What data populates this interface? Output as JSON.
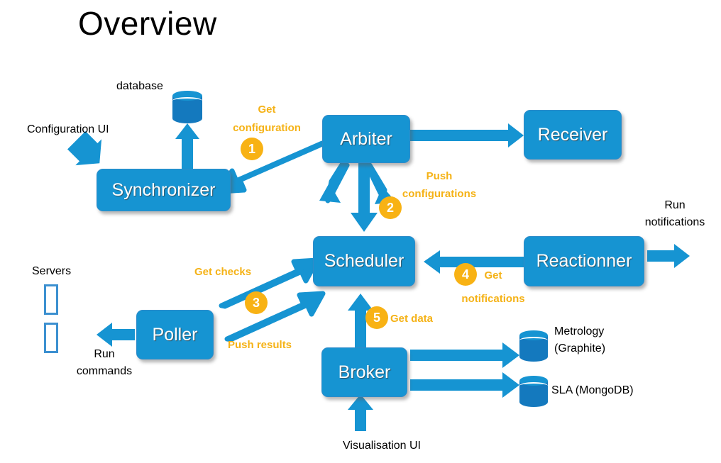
{
  "page": {
    "title": "Overview",
    "colors": {
      "node_blue": "#1694D2",
      "arrow_blue": "#1694D2",
      "badge_orange": "#F8B214",
      "label_orange": "#F5B216",
      "text_black": "#000000",
      "background": "#FFFFFF"
    }
  },
  "nodes": [
    {
      "id": "synchronizer",
      "label": "Synchronizer"
    },
    {
      "id": "arbiter",
      "label": "Arbiter"
    },
    {
      "id": "receiver",
      "label": "Receiver"
    },
    {
      "id": "scheduler",
      "label": "Scheduler"
    },
    {
      "id": "reactionner",
      "label": "Reactionner"
    },
    {
      "id": "poller",
      "label": "Poller"
    },
    {
      "id": "broker",
      "label": "Broker"
    }
  ],
  "datastores": [
    {
      "id": "database",
      "label": "database"
    },
    {
      "id": "metrology",
      "label_line1": "Metrology",
      "label_line2": "(Graphite)"
    },
    {
      "id": "sla",
      "label": "SLA (MongoDB)"
    }
  ],
  "external_labels": [
    {
      "id": "configuration-ui",
      "text": "Configuration  UI"
    },
    {
      "id": "servers",
      "text": "Servers"
    },
    {
      "id": "run-commands",
      "line1": "Run",
      "line2": "commands"
    },
    {
      "id": "run-notifications",
      "line1": "Run",
      "line2": "notifications"
    },
    {
      "id": "visualisation-ui",
      "text": "Visualisation UI"
    }
  ],
  "flows": [
    {
      "step": "1",
      "label_line1": "Get",
      "label_line2": "configuration",
      "from": "arbiter",
      "to": "synchronizer"
    },
    {
      "step": "2",
      "label_line1": "Push",
      "label_line2": "configurations",
      "from": "arbiter",
      "to": "scheduler"
    },
    {
      "step": "3",
      "label_line1": "Get checks",
      "label_line2": "Push  results",
      "from": "poller",
      "to": "scheduler"
    },
    {
      "step": "4",
      "label_line1": "Get",
      "label_line2": "notifications",
      "from": "reactionner",
      "to": "scheduler"
    },
    {
      "step": "5",
      "label_line1": "Get data",
      "label_line2": "",
      "from": "broker",
      "to": "scheduler"
    }
  ],
  "annotations": {
    "get_configuration_l1": "Get",
    "get_configuration_l2": "configuration",
    "push_configurations_l1": "Push",
    "push_configurations_l2": "configurations",
    "get_checks": "Get checks",
    "push_results": "Push  results",
    "get_notifications_l1": "Get",
    "get_notifications_l2": "notifications",
    "get_data": "Get data"
  },
  "badges": {
    "one": "1",
    "two": "2",
    "three": "3",
    "four": "4",
    "five": "5"
  }
}
